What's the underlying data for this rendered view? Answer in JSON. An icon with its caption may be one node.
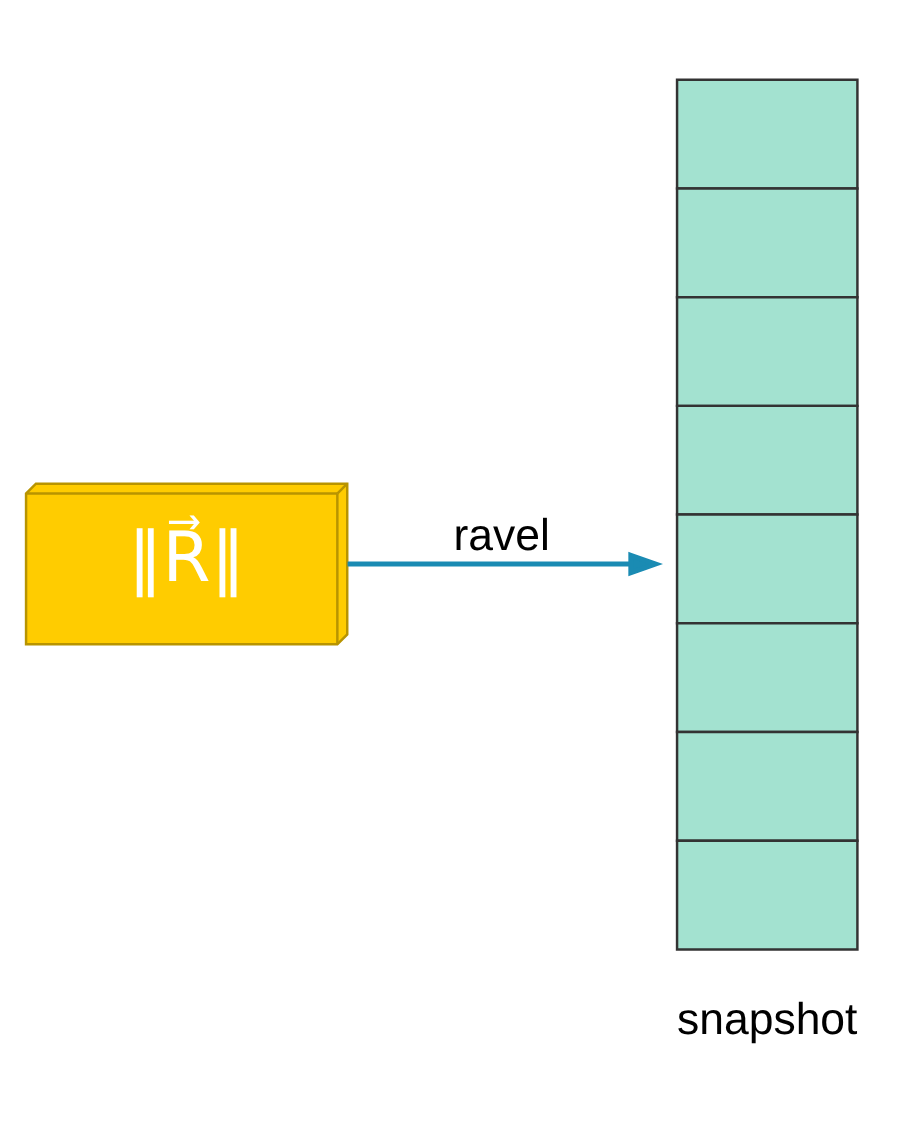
{
  "diagram": {
    "nodes": [
      {
        "text": [
          "‖R⃗‖"
        ]
      },
      {
        "text": [],
        "shape": "box",
        "beside": [
          "snapshot"
        ]
      }
    ],
    "edges": [
      {
        "from": 0,
        "to": 1,
        "arrow": "to",
        "label": "ravel",
        "color": "#1a8bb3"
      }
    ]
  }
}
